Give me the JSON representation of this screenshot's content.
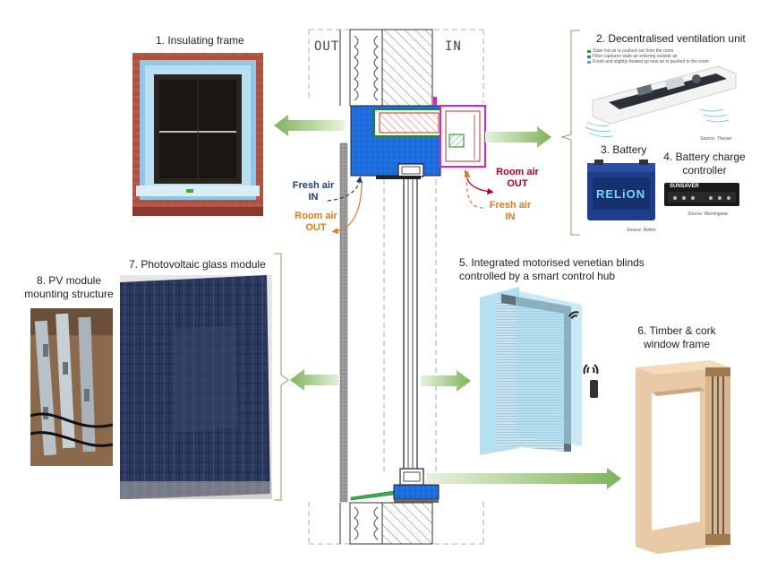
{
  "section_labels": {
    "outside": "OUT",
    "inside": "IN"
  },
  "components": [
    {
      "id": "insulating-frame",
      "label": "1. Insulating frame"
    },
    {
      "id": "ventilation-unit",
      "label": "2. Decentralised ventilation unit",
      "source": "Source: Thesan",
      "legend": [
        "Stale hot air is pushed out from the room",
        "Fiber captures stale air entering outside air",
        "Fresh and slightly heated up new air is pushed to the room"
      ]
    },
    {
      "id": "battery",
      "label": "3. Battery",
      "source": "Source: Relion",
      "brand": "RELiON"
    },
    {
      "id": "battery-charge-controller",
      "label_lines": [
        "4. Battery charge",
        "controller"
      ],
      "source": "Source: Morningstar",
      "brand": "SUNSAVER"
    },
    {
      "id": "venetian-blinds",
      "label_lines": [
        "5. Integrated motorised venetian blinds",
        "controlled by a smart control hub"
      ]
    },
    {
      "id": "timber-cork-frame",
      "label_lines": [
        "6. Timber & cork",
        "window frame"
      ]
    },
    {
      "id": "pv-glass-module",
      "label": "7. Photovoltaic glass module"
    },
    {
      "id": "pv-mounting-structure",
      "label_lines": [
        "8. PV module",
        "mounting structure"
      ]
    }
  ],
  "airflow": {
    "fresh_in_left": [
      "Fresh air",
      "IN"
    ],
    "room_out_left": [
      "Room air",
      "OUT"
    ],
    "room_out_right": [
      "Room air",
      "OUT"
    ],
    "fresh_in_right": [
      "Fresh air",
      "IN"
    ]
  },
  "colors": {
    "fresh_air": "#1f3d7a",
    "room_air_orange": "#e07b1f",
    "room_air_red": "#b3001b",
    "arrow_green": "#8dbb6a",
    "bracket_green": "#7aa85a",
    "insulation_blue": "#1f6fe0",
    "magenta": "#e020c8"
  }
}
